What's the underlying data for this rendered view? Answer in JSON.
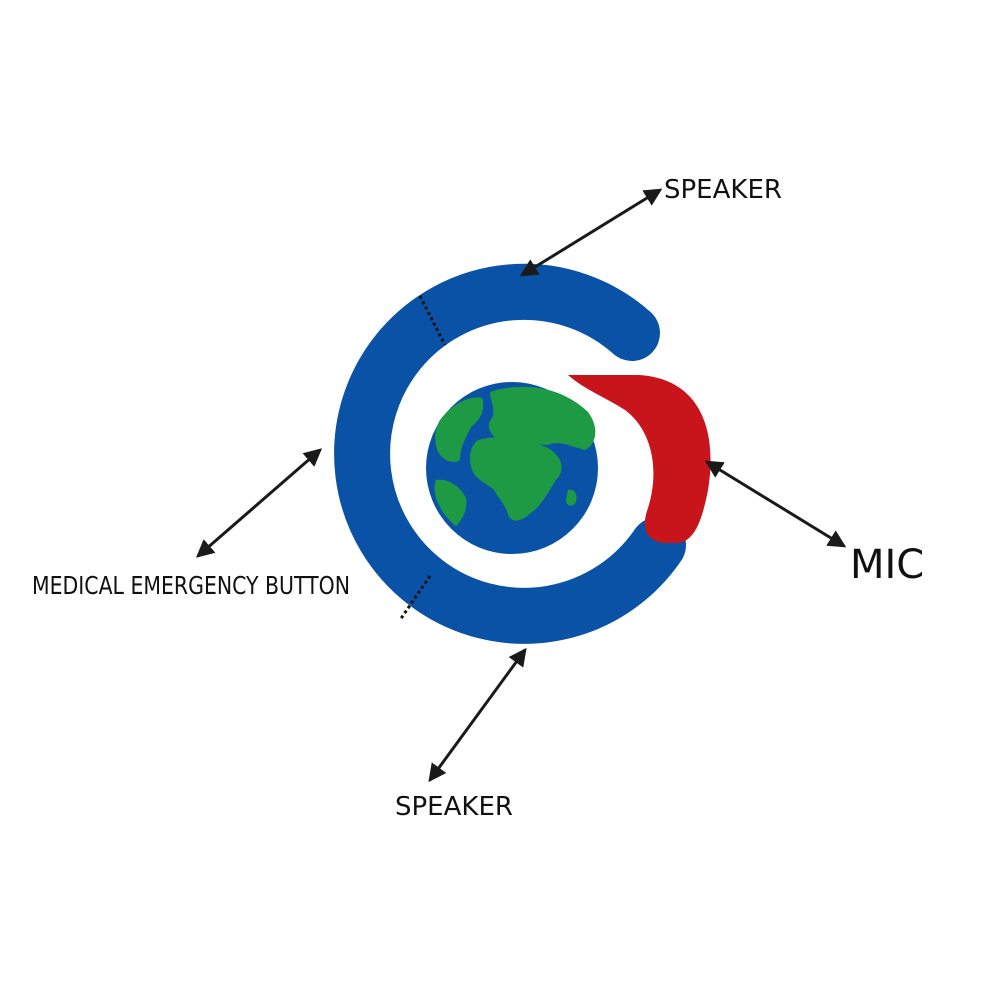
{
  "labels": {
    "speaker_top": "SPEAKER",
    "speaker_bottom": "SPEAKER",
    "mic": "MIC",
    "medical_button": "MEDICAL EMERGENCY BUTTON"
  },
  "colors": {
    "ring": "#0A52A6",
    "mic": "#C8141B",
    "land": "#1E9A45",
    "ocean": "#0A52A6",
    "text": "#111111",
    "arrow": "#1a1a1a",
    "background": "#ffffff"
  }
}
